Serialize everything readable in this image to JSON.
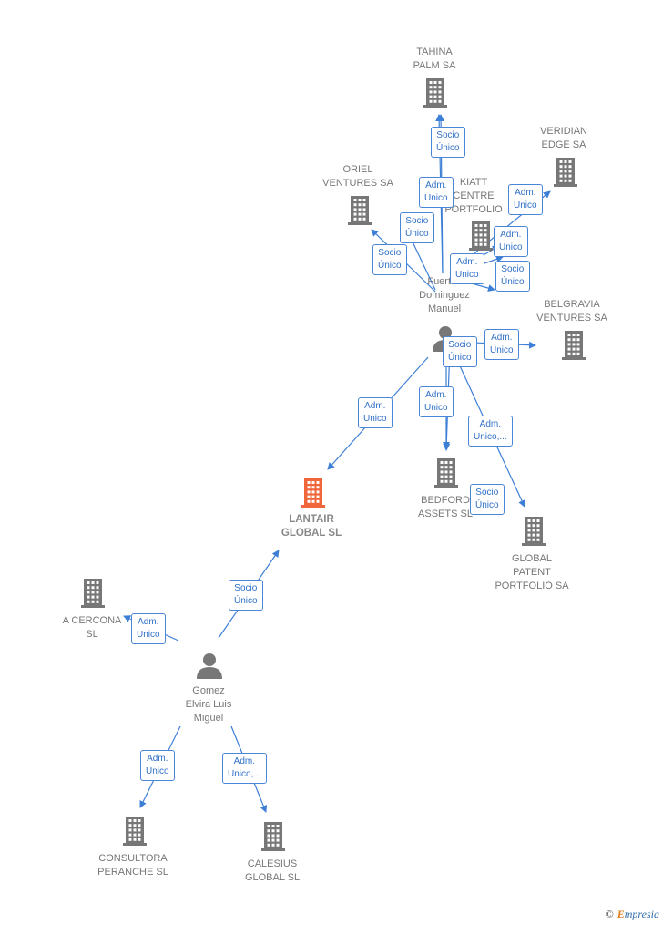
{
  "nodes": [
    {
      "id": "tahina",
      "type": "company",
      "lines": [
        "TAHINA",
        "PALM SA"
      ]
    },
    {
      "id": "veridian",
      "type": "company",
      "lines": [
        "VERIDIAN",
        "EDGE SA"
      ]
    },
    {
      "id": "oriel",
      "type": "company",
      "lines": [
        "ORIEL",
        "VENTURES SA"
      ]
    },
    {
      "id": "kiatt",
      "type": "company",
      "lines": [
        "KIATT",
        "CENTRE",
        "PORTFOLIO"
      ]
    },
    {
      "id": "fuertes",
      "type": "person",
      "lines": [
        "Fuertes",
        "Dominguez",
        "Manuel"
      ]
    },
    {
      "id": "belgravia",
      "type": "company",
      "lines": [
        "BELGRAVIA",
        "VENTURES SA"
      ]
    },
    {
      "id": "lantair",
      "type": "company-main",
      "lines": [
        "LANTAIR",
        "GLOBAL  SL"
      ]
    },
    {
      "id": "bedford",
      "type": "company",
      "lines": [
        "BEDFORD",
        "ASSETS  SL"
      ]
    },
    {
      "id": "globalpatent",
      "type": "company",
      "lines": [
        "GLOBAL",
        "PATENT",
        "PORTFOLIO SA"
      ]
    },
    {
      "id": "acercona",
      "type": "company",
      "lines": [
        "A CERCONA",
        "SL"
      ]
    },
    {
      "id": "gomez",
      "type": "person",
      "lines": [
        "Gomez",
        "Elvira Luis",
        "Miguel"
      ]
    },
    {
      "id": "consultora",
      "type": "company",
      "lines": [
        "CONSULTORA",
        "PERANCHE  SL"
      ]
    },
    {
      "id": "calesius",
      "type": "company",
      "lines": [
        "CALESIUS",
        "GLOBAL  SL"
      ]
    }
  ],
  "edge_labels": [
    {
      "id": "e1",
      "lines": [
        "Socio",
        "Único"
      ]
    },
    {
      "id": "e2",
      "lines": [
        "Adm.",
        "Unico"
      ]
    },
    {
      "id": "e3",
      "lines": [
        "Socio",
        "Único"
      ]
    },
    {
      "id": "e4",
      "lines": [
        "Socio",
        "Único"
      ]
    },
    {
      "id": "e5",
      "lines": [
        "Adm.",
        "Unico"
      ]
    },
    {
      "id": "e6",
      "lines": [
        "Adm.",
        "Unico"
      ]
    },
    {
      "id": "e7",
      "lines": [
        "Adm.",
        "Unico"
      ]
    },
    {
      "id": "e8",
      "lines": [
        "Socio",
        "Único"
      ]
    },
    {
      "id": "e9",
      "lines": [
        "Adm.",
        "Unico"
      ]
    },
    {
      "id": "e10",
      "lines": [
        "Socio",
        "Único"
      ]
    },
    {
      "id": "e11",
      "lines": [
        "Adm.",
        "Unico"
      ]
    },
    {
      "id": "e12",
      "lines": [
        "Adm.",
        "Unico,..."
      ]
    },
    {
      "id": "e13",
      "lines": [
        "Adm.",
        "Unico"
      ]
    },
    {
      "id": "e14",
      "lines": [
        "Socio",
        "Único"
      ]
    },
    {
      "id": "e15",
      "lines": [
        "Socio",
        "Único"
      ]
    },
    {
      "id": "e16",
      "lines": [
        "Adm.",
        "Unico"
      ]
    },
    {
      "id": "e17",
      "lines": [
        "Adm.",
        "Unico"
      ]
    },
    {
      "id": "e18",
      "lines": [
        "Adm.",
        "Unico,..."
      ]
    }
  ],
  "colors": {
    "company_icon": "#777777",
    "main_company_icon": "#f0663a",
    "person_icon": "#777777",
    "edge": "#3d7fd6",
    "edge_label_text": "#2f6fc7"
  },
  "icons": {
    "company": "building-icon",
    "person": "person-icon",
    "main": "building-icon-highlighted"
  },
  "watermark": {
    "symbol": "©",
    "brand_initial": "E",
    "brand_rest": "mpresia"
  }
}
